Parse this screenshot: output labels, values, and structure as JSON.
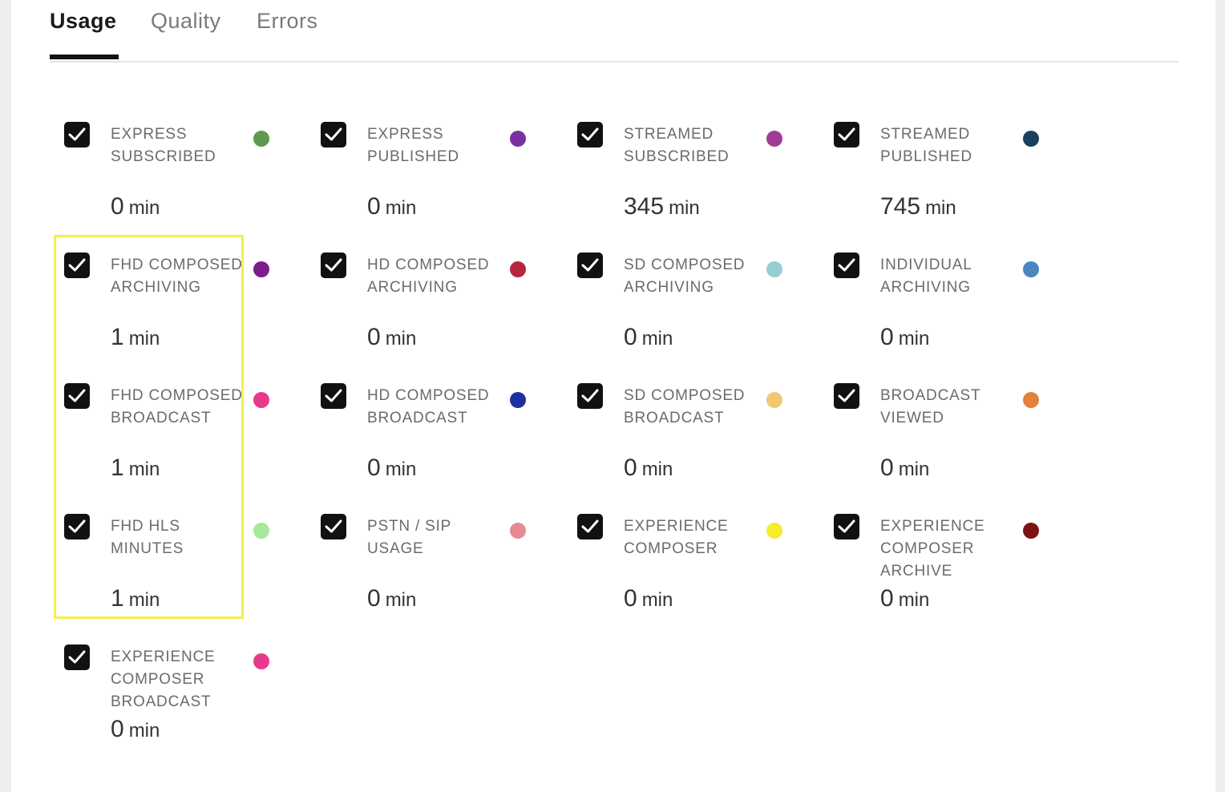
{
  "tabs": [
    {
      "label": "Usage",
      "active": true
    },
    {
      "label": "Quality",
      "active": false
    },
    {
      "label": "Errors",
      "active": false
    }
  ],
  "metrics": [
    {
      "label": "EXPRESS SUBSCRIBED",
      "value": "0",
      "unit": "min",
      "color": "#5b9a4f",
      "checked": true
    },
    {
      "label": "EXPRESS PUBLISHED",
      "value": "0",
      "unit": "min",
      "color": "#7a2fa3",
      "checked": true
    },
    {
      "label": "STREAMED SUBSCRIBED",
      "value": "345",
      "unit": "min",
      "color": "#9e3d97",
      "checked": true
    },
    {
      "label": "STREAMED PUBLISHED",
      "value": "745",
      "unit": "min",
      "color": "#18405f",
      "checked": true
    },
    {
      "label": "FHD COMPOSED ARCHIVING",
      "value": "1",
      "unit": "min",
      "color": "#7b1d8a",
      "checked": true
    },
    {
      "label": "HD COMPOSED ARCHIVING",
      "value": "0",
      "unit": "min",
      "color": "#b8253f",
      "checked": true
    },
    {
      "label": "SD COMPOSED ARCHIVING",
      "value": "0",
      "unit": "min",
      "color": "#96cdd1",
      "checked": true
    },
    {
      "label": "INDIVIDUAL ARCHIVING",
      "value": "0",
      "unit": "min",
      "color": "#4a86bf",
      "checked": true
    },
    {
      "label": "FHD COMPOSED BROADCAST",
      "value": "1",
      "unit": "min",
      "color": "#e8398b",
      "checked": true
    },
    {
      "label": "HD COMPOSED BROADCAST",
      "value": "0",
      "unit": "min",
      "color": "#1f2fa1",
      "checked": true
    },
    {
      "label": "SD COMPOSED BROADCAST",
      "value": "0",
      "unit": "min",
      "color": "#f0c870",
      "checked": true
    },
    {
      "label": "BROADCAST VIEWED",
      "value": "0",
      "unit": "min",
      "color": "#e0813e",
      "checked": true
    },
    {
      "label": "FHD HLS MINUTES",
      "value": "1",
      "unit": "min",
      "color": "#a7e89a",
      "checked": true
    },
    {
      "label": "PSTN / SIP USAGE",
      "value": "0",
      "unit": "min",
      "color": "#e68a95",
      "checked": true
    },
    {
      "label": "EXPERIENCE COMPOSER",
      "value": "0",
      "unit": "min",
      "color": "#f6ec2a",
      "checked": true
    },
    {
      "label": "EXPERIENCE COMPOSER ARCHIVE",
      "value": "0",
      "unit": "min",
      "color": "#7d1412",
      "checked": true
    },
    {
      "label": "EXPERIENCE COMPOSER BROADCAST",
      "value": "0",
      "unit": "min",
      "color": "#e8398b",
      "checked": true
    }
  ]
}
